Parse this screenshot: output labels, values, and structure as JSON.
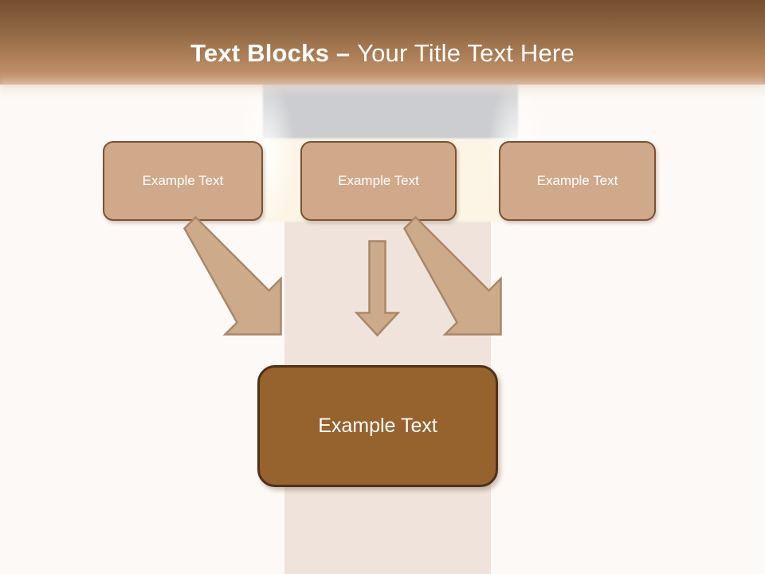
{
  "slide": {
    "title": {
      "bold_part": "Text Blocks – ",
      "light_part": "Your Title Text Here"
    },
    "top_boxes": [
      {
        "label": "Example Text"
      },
      {
        "label": "Example Text"
      },
      {
        "label": "Example Text"
      }
    ],
    "main_box": {
      "label": "Example Text"
    },
    "arrows": [
      {
        "name": "arrow-left-diagonal",
        "direction": "down-right"
      },
      {
        "name": "arrow-center-vertical",
        "direction": "down"
      },
      {
        "name": "arrow-right-diagonal",
        "direction": "down-left"
      }
    ],
    "colors": {
      "header_top": "#75502f",
      "header_bottom": "#c99a78",
      "box_fill": "#d0a98a",
      "box_border": "#7d5134",
      "main_fill": "#96622e",
      "main_border": "#4d3119",
      "arrow_fill": "#cdaa8a",
      "arrow_border": "#a9876a",
      "background": "#fdf9f6",
      "column": "#efe3dc",
      "grey_block": "#cbcdd0",
      "cream_band": "#fcf5e5",
      "text": "#ffffff"
    }
  }
}
